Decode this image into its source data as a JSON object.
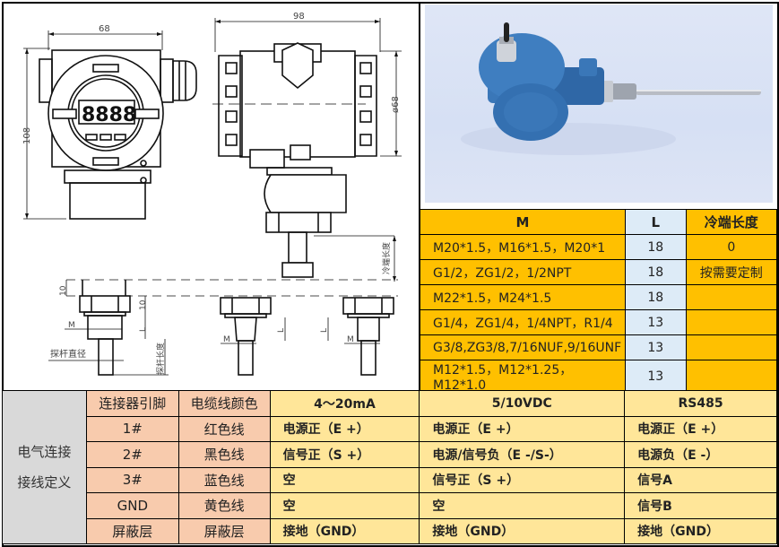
{
  "drawing": {
    "dim_front_width": "68",
    "dim_height": "108",
    "dim_side_width": "98",
    "dim_diameter": "ø68",
    "label_cold_end_length": "冷端长度",
    "label_10_a": "10",
    "label_10_b": "10",
    "label_M_1": "M",
    "label_M_2": "M",
    "label_M_3": "M",
    "label_L_1": "L",
    "label_L_2": "L",
    "label_L_3": "L",
    "label_probe_diameter": "探杆直径",
    "label_probe_length": "探杆长度",
    "display_digits": "8888"
  },
  "photo": {
    "alt": "blue temperature transmitter with probe"
  },
  "spec_table": {
    "headers": [
      "M",
      "L",
      "冷端长度"
    ],
    "rows": [
      {
        "m": "M20*1.5，M16*1.5，M20*1",
        "l": "18",
        "cold": "0"
      },
      {
        "m": "G1/2，ZG1/2，1/2NPT",
        "l": "18",
        "cold": "按需要定制"
      },
      {
        "m": "M22*1.5，M24*1.5",
        "l": "18",
        "cold": ""
      },
      {
        "m": "G1/4，ZG1/4，1/4NPT，R1/4",
        "l": "13",
        "cold": ""
      },
      {
        "m": "G3/8,ZG3/8,7/16NUF,9/16UNF",
        "l": "13",
        "cold": ""
      },
      {
        "m": "M12*1.5，M12*1.25，M12*1.0",
        "l": "13",
        "cold": ""
      }
    ]
  },
  "wiring_table": {
    "side_label_line1": "电气连接",
    "side_label_line2": "接线定义",
    "headers": [
      "连接器引脚",
      "电缆线颜色",
      "4～20mA",
      "5/10VDC",
      "RS485"
    ],
    "rows": [
      {
        "pin": "1#",
        "color": "红色线",
        "ma": "电源正（E +）",
        "vdc": "电源正（E +）",
        "rs485": "电源正（E +）"
      },
      {
        "pin": "2#",
        "color": "黑色线",
        "ma": "信号正（S +）",
        "vdc": "电源/信号负（E -/S-）",
        "rs485": "电源负（E -）"
      },
      {
        "pin": "3#",
        "color": "蓝色线",
        "ma": "空",
        "vdc": "信号正（S +）",
        "rs485": "信号A"
      },
      {
        "pin": "GND",
        "color": "黄色线",
        "ma": "空",
        "vdc": "空",
        "rs485": "信号B"
      },
      {
        "pin": "屏蔽层",
        "color": "屏蔽层",
        "ma": "接地（GND）",
        "vdc": "接地（GND）",
        "rs485": "接地（GND）"
      }
    ]
  },
  "colors": {
    "spec_bg": "#ffc000",
    "l_column_bg": "#ddebf7",
    "pin_bg": "#f8cbad",
    "signal_bg": "#ffe699",
    "side_bg": "#d9d9d9",
    "device_blue": "#3a77b8"
  }
}
